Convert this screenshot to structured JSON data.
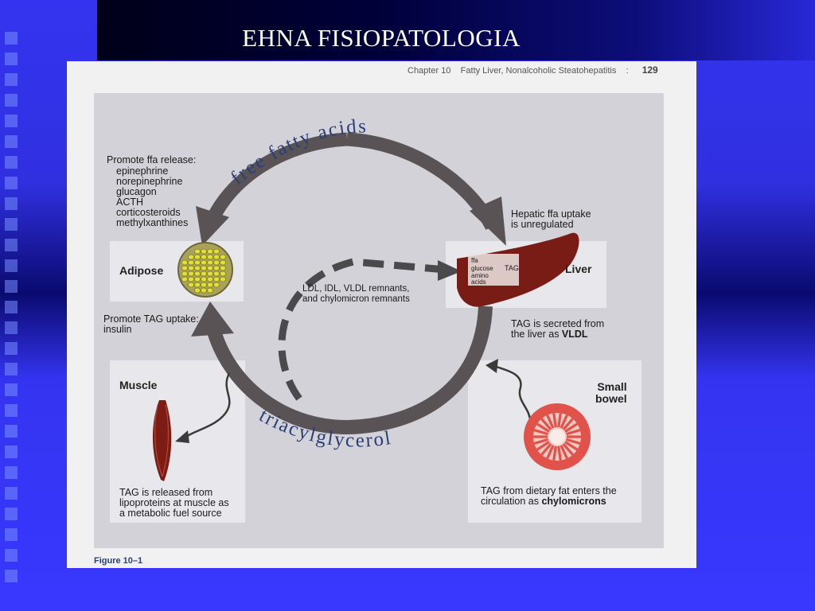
{
  "slide": {
    "title": "EHNA FISIOPATOLOGIA"
  },
  "book": {
    "chapter": "Chapter 10",
    "chapter_title": "Fatty Liver, Nonalcoholic Steatohepatitis",
    "separator": ":",
    "page_number": "129"
  },
  "figure": {
    "caption": "Figure 10–1",
    "arc_top": "free fatty acids",
    "arc_bottom": "triacylglycerol",
    "release_heading": "Promote ffa release:",
    "release_items": [
      "epinephrine",
      "norepinephrine",
      "glucagon",
      "ACTH",
      "corticosteroids",
      "methylxanthines"
    ],
    "hepatic_uptake": "Hepatic ffa uptake\nis unregulated",
    "adipose": "Adipose",
    "liver": "Liver",
    "liver_inputs": {
      "ffa": "ffa",
      "glucose": "glucose",
      "amino": "amino\nacids",
      "tag": "TAG"
    },
    "remnants": "LDL, IDL, VLDL remnants,\nand chylomicron remnants",
    "tag_uptake": "Promote TAG uptake:\ninsulin",
    "tag_secreted_text": "TAG is secreted from\nthe liver as ",
    "tag_secreted_bold": "VLDL",
    "muscle": "Muscle",
    "small_bowel": "Small\nbowel",
    "muscle_text": "TAG is released from\nlipoproteins at muscle as\na metabolic fuel source",
    "bowel_text": "TAG from dietary fat enters the\ncirculation as ",
    "bowel_bold": "chylomicrons"
  },
  "colors": {
    "slide_blue": "#3434f0",
    "arrow": "#5a5355",
    "liver": "#7a1c16",
    "adipose": "#c8c83a",
    "bowel": "#e0524a",
    "caption": "#2a3f78"
  }
}
